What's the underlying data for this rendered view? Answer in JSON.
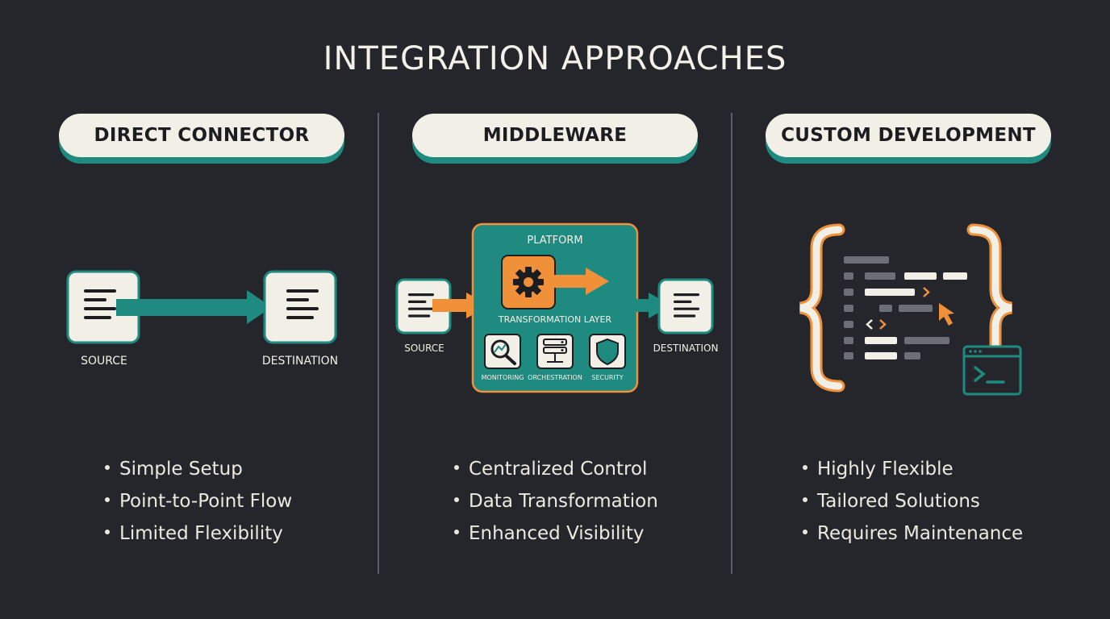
{
  "title": "INTEGRATION APPROACHES",
  "colors": {
    "background": "#24262b",
    "teal": "#1f8b80",
    "orange": "#f0913a",
    "cream": "#f1efe6"
  },
  "columns": [
    {
      "heading": "DIRECT CONNECTOR",
      "diagram": {
        "source_label": "SOURCE",
        "destination_label": "DESTINATION",
        "icons": [
          "document-icon",
          "arrow-right-icon",
          "document-icon"
        ]
      },
      "bullets": [
        "Simple Setup",
        "Point-to-Point Flow",
        "Limited Flexibility"
      ]
    },
    {
      "heading": "MIDDLEWARE",
      "diagram": {
        "platform_label": "PLATFORM",
        "layer_label": "TRANSFORMATION LAYER",
        "source_label": "SOURCE",
        "destination_label": "DESTINATION",
        "modules": [
          "MONITORING",
          "ORCHESTRATION",
          "SECURITY"
        ],
        "icons": [
          "gear-icon",
          "magnifier-chart-icon",
          "server-stack-icon",
          "shield-icon"
        ]
      },
      "bullets": [
        "Centralized Control",
        "Data Transformation",
        "Enhanced Visibility"
      ]
    },
    {
      "heading": "CUSTOM DEVELOPMENT",
      "diagram": {
        "icons": [
          "curly-braces-icon",
          "code-lines-icon",
          "cursor-icon",
          "terminal-icon"
        ]
      },
      "bullets": [
        "Highly Flexible",
        "Tailored Solutions",
        "Requires Maintenance"
      ]
    }
  ]
}
